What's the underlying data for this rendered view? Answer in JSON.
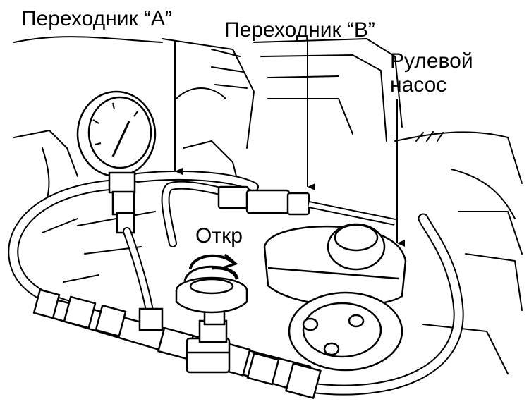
{
  "labels": {
    "adapter_a": "Переходник “А”",
    "adapter_b": "Переходник “В”",
    "pump_line1": "Рулевой",
    "pump_line2": "насос",
    "open": "Откр"
  },
  "colors": {
    "ink": "#000000",
    "paper": "#ffffff"
  }
}
